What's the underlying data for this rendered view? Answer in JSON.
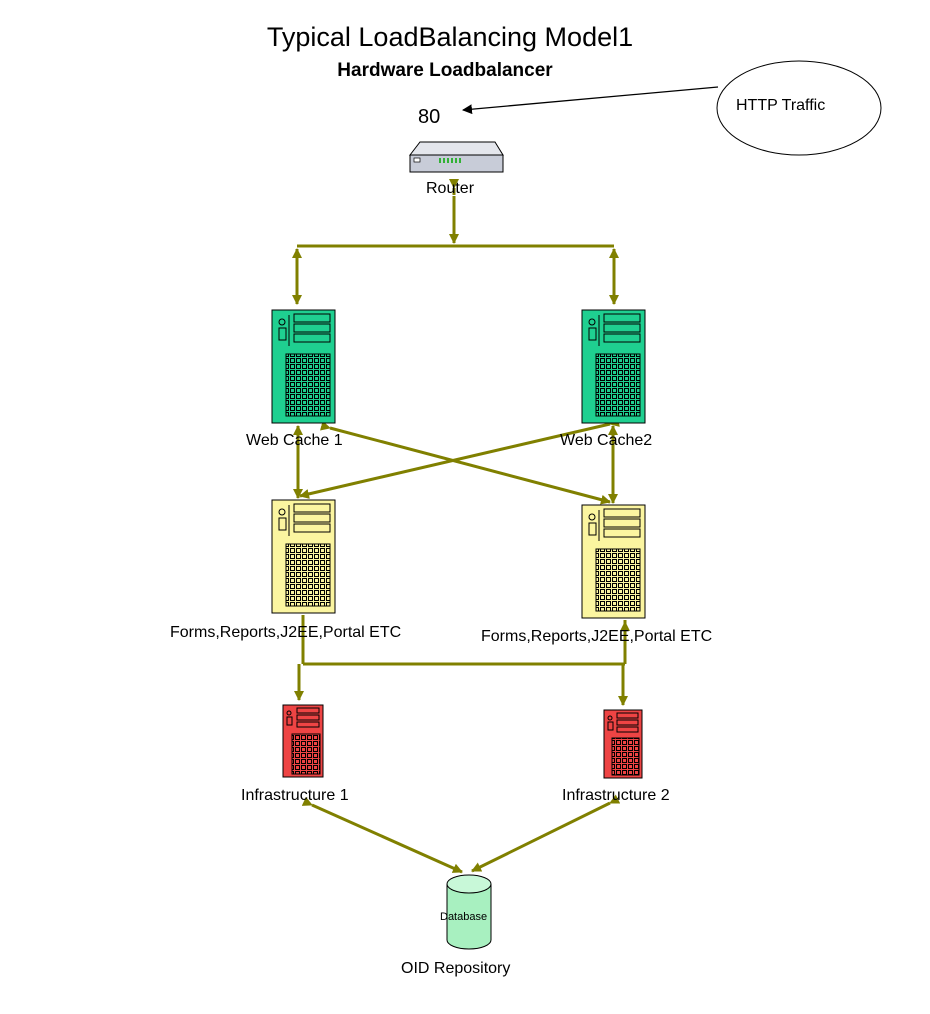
{
  "title": "Typical LoadBalancing Model1",
  "subtitle": "Hardware Loadbalancer",
  "port": "80",
  "http_traffic": "HTTP Traffic",
  "nodes": {
    "router": "Router",
    "web_cache_1": "Web Cache 1",
    "web_cache_2": "Web Cache2",
    "app_server_1": "Forms,Reports,J2EE,Portal ETC",
    "app_server_2": "Forms,Reports,J2EE,Portal ETC",
    "infrastructure_1": "Infrastructure 1",
    "infrastructure_2": "Infrastructure 2",
    "database": "Database",
    "oid_repository": "OID Repository"
  },
  "colors": {
    "connector": "#808000",
    "web_cache": "#1fcf90",
    "app_server": "#fbf5a0",
    "infrastructure": "#ee4444",
    "database": "#a8f0c0",
    "router": "#c8ccd8"
  }
}
